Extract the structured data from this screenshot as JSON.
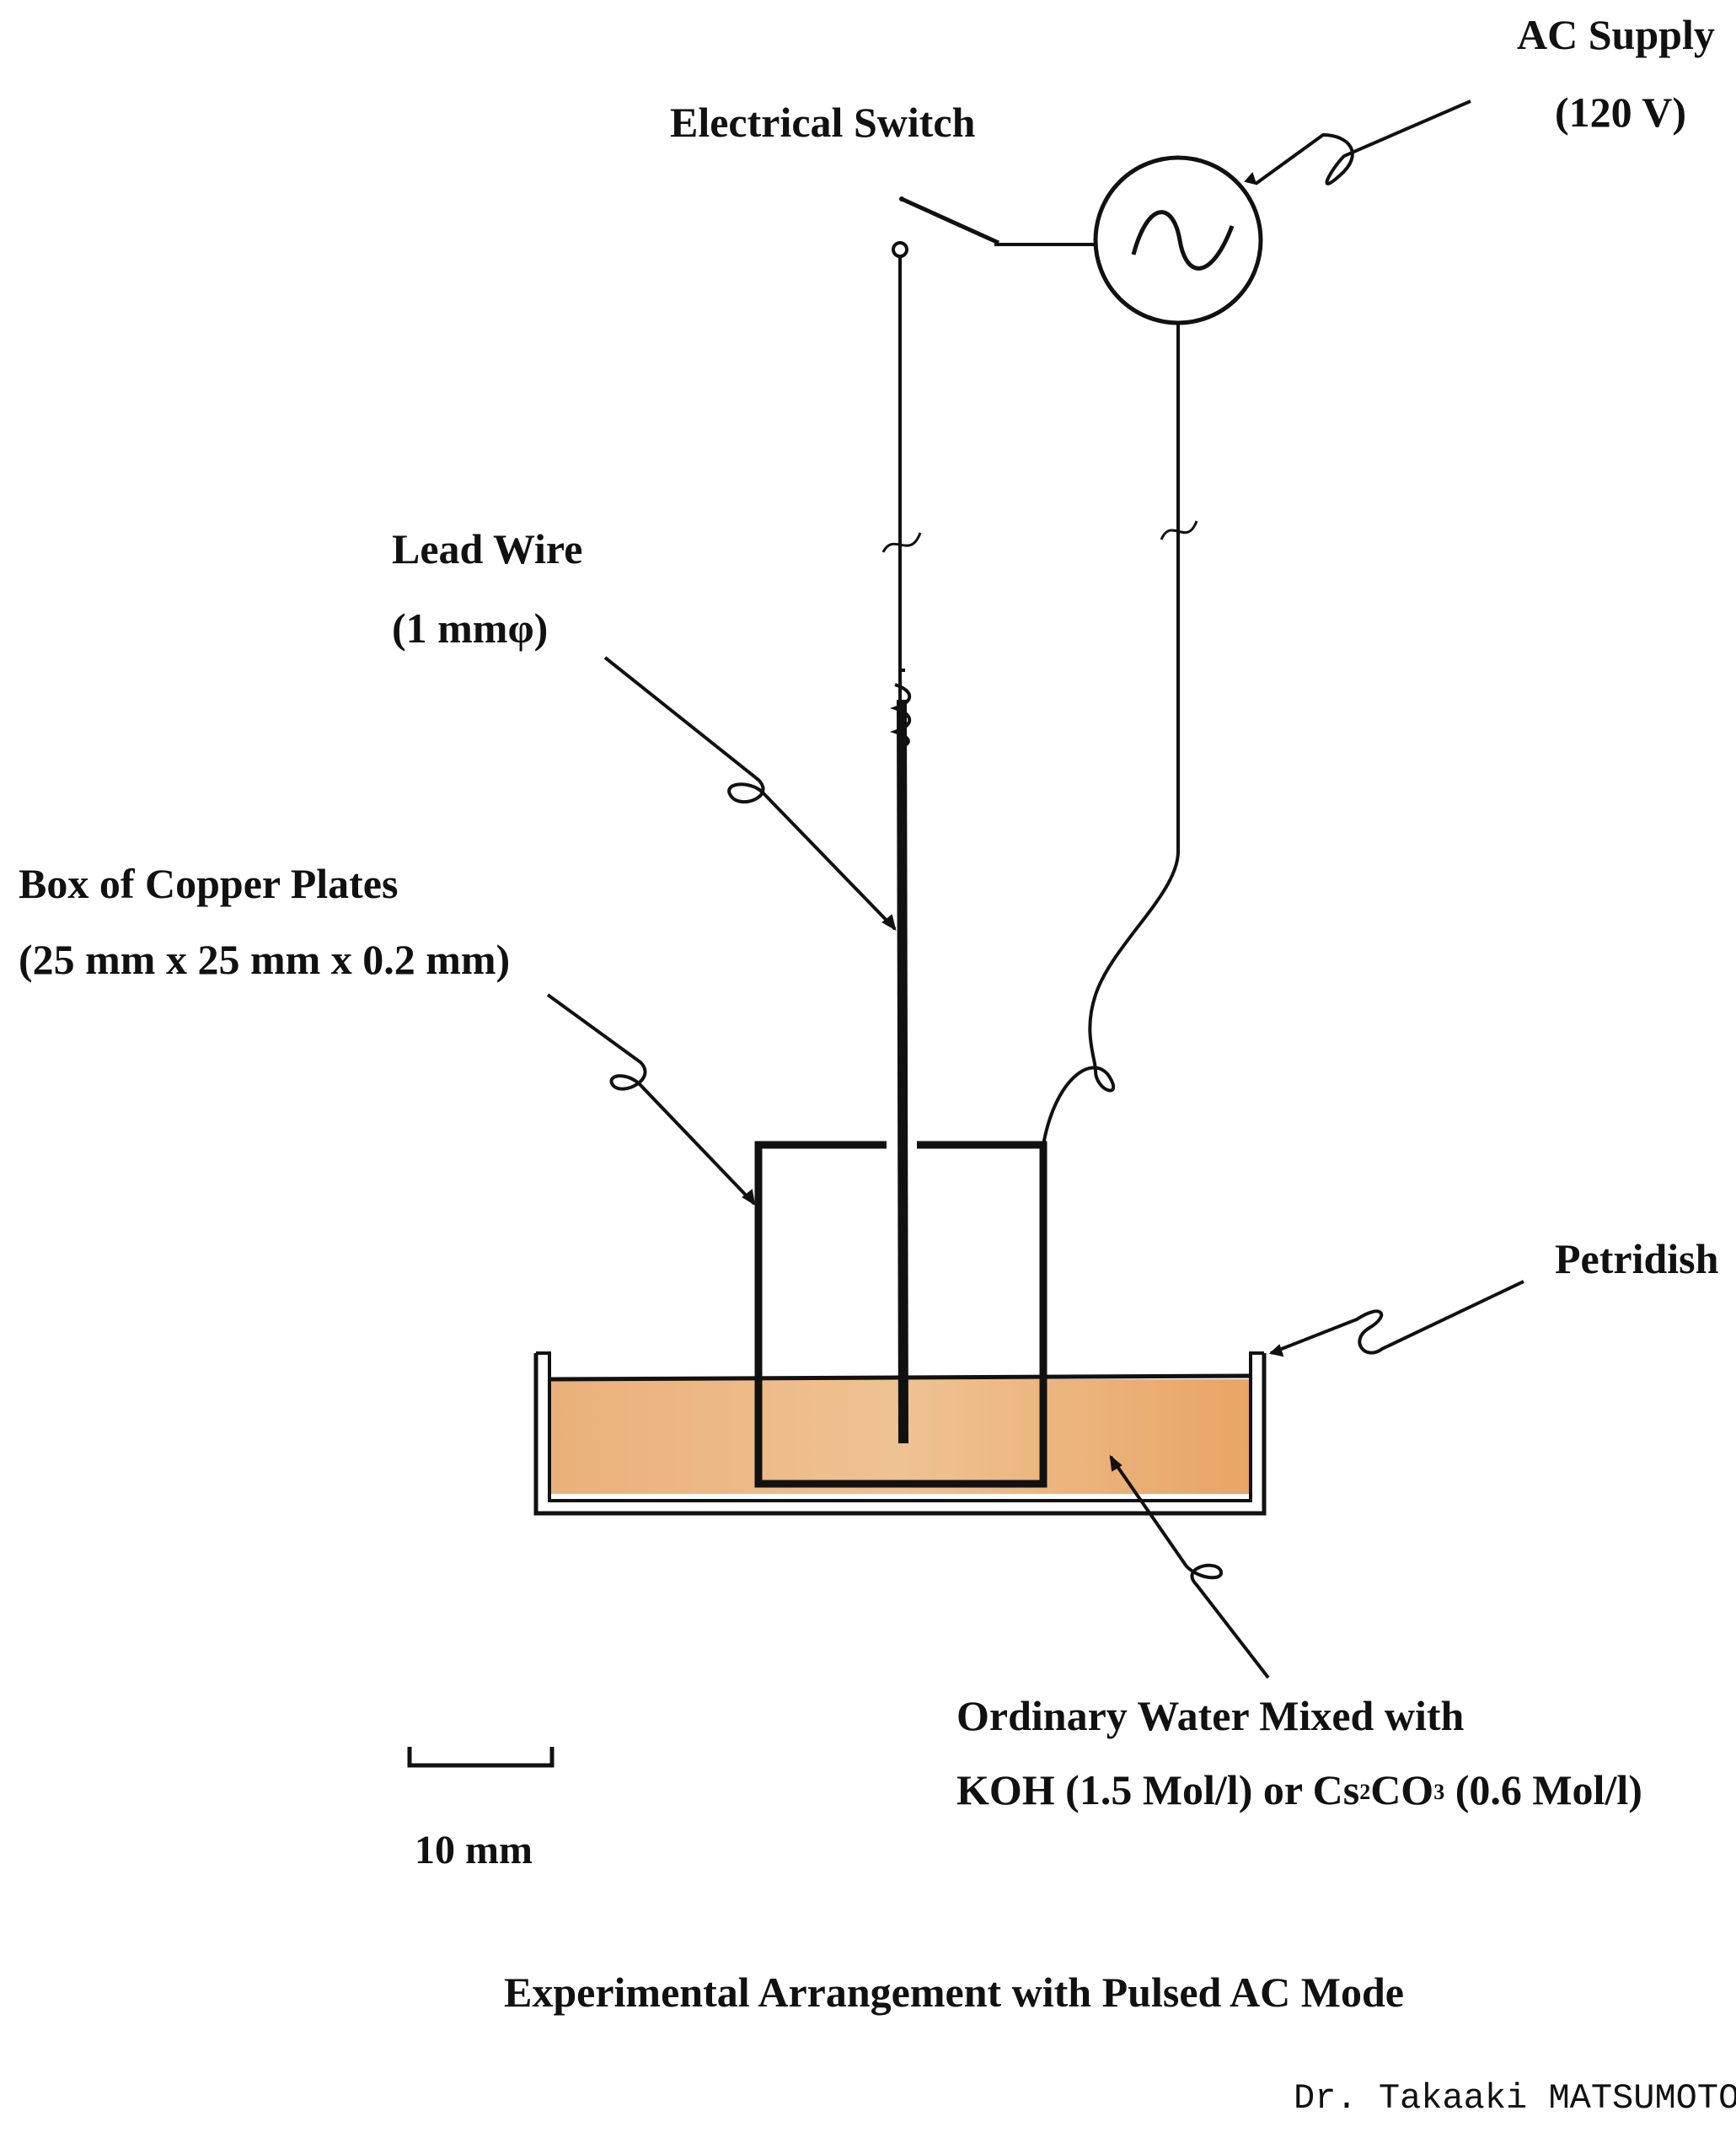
{
  "labels": {
    "ac_supply": "AC Supply",
    "ac_voltage": "(120 V)",
    "switch": "Electrical Switch",
    "lead_wire": "Lead Wire",
    "lead_wire_diameter": "(1 mmφ)",
    "copper_box": "Box of Copper Plates",
    "copper_box_dims": "(25 mm x 25 mm x 0.2 mm)",
    "petridish": "Petridish",
    "water_line1": "Ordinary Water Mixed with",
    "water_line2_a": "KOH (1.5 Mol/l) or Cs",
    "water_sub2": "2",
    "water_co": "CO",
    "water_sub3": "3",
    "water_line2_b": " (0.6 Mol/l)",
    "scale": "10 mm"
  },
  "caption": "Experimental Arrangement with Pulsed AC Mode",
  "author": "Dr. Takaaki MATSUMOTO",
  "colors": {
    "ink": "#111111",
    "solution": "#e9b27a",
    "solution_edge": "#d9884a"
  },
  "icons": {
    "ac_source": "sine-wave-icon"
  }
}
